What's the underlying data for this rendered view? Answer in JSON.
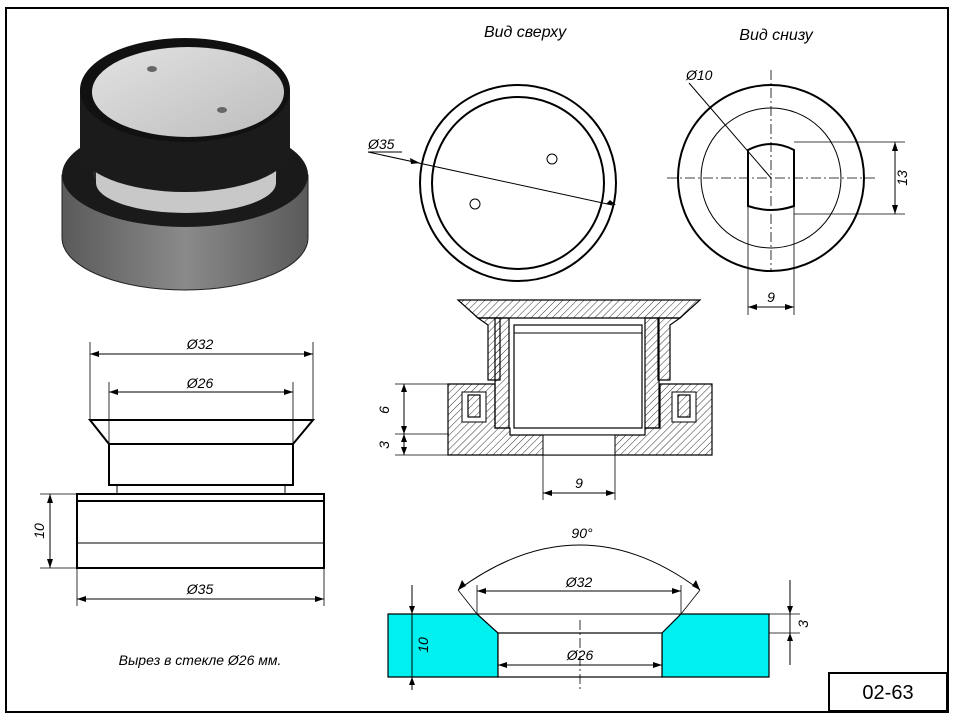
{
  "views": {
    "top_title": "Вид сверху",
    "bottom_title": "Вид снизу"
  },
  "dims": {
    "d35_top": "Ø35",
    "d10": "Ø10",
    "h13": "13",
    "w9_bottom": "9",
    "d32": "Ø32",
    "d26": "Ø26",
    "h10_left": "10",
    "d35_left": "Ø35",
    "h6": "6",
    "h3": "3",
    "w9_section": "9",
    "angle90": "90°",
    "d32_cut": "Ø32",
    "d26_cut": "Ø26",
    "h10_cut": "10",
    "h3_cut": "3"
  },
  "note": "Вырез в стекле Ø26 мм.",
  "code": "02-63",
  "colors": {
    "glass": "#00f0f0",
    "body_dark": "#1a1a1a",
    "body_grey": "#6e6e6e"
  }
}
